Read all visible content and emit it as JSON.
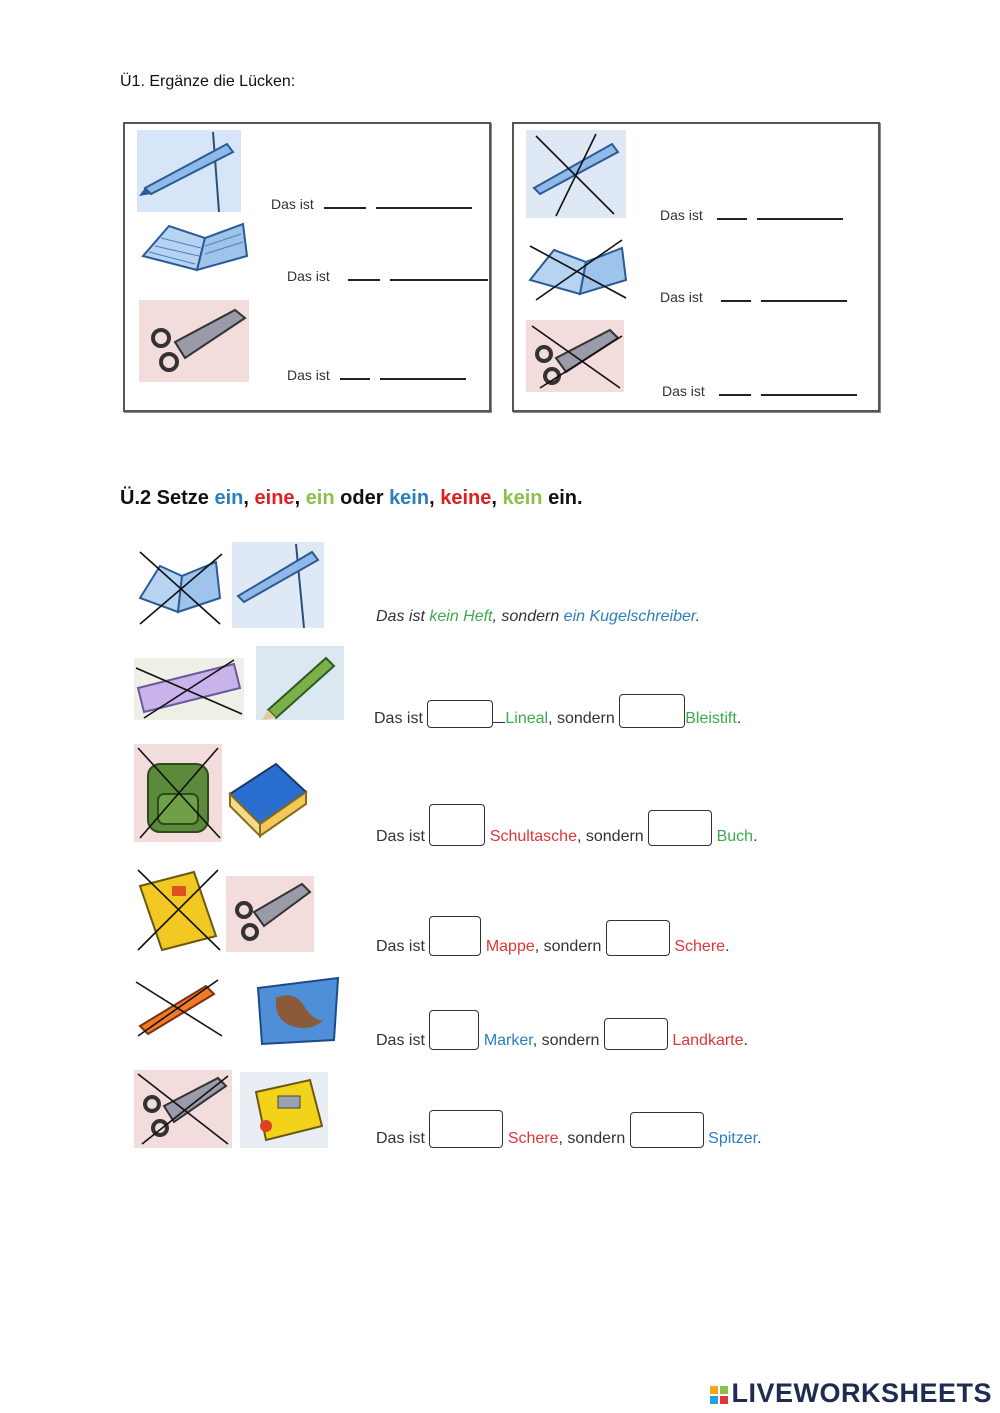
{
  "exercise1": {
    "title": "Ü1. Ergänze die Lücken:",
    "prompt": "Das ist",
    "left_panel": [
      "Kugelschreiber",
      "Heft",
      "Schere"
    ],
    "right_panel": [
      "Kugelschreiber (crossed out)",
      "Heft (crossed out)",
      "Schere (crossed out)"
    ]
  },
  "exercise2": {
    "title_prefix": "Ü.2 Setze",
    "title_words": [
      {
        "text": "ein",
        "color": "#2a7fc1"
      },
      {
        "text": "eine",
        "color": "#e02020"
      },
      {
        "text": "ein",
        "color": "#8cc04a"
      },
      {
        "text": "kein",
        "color": "#2a7fc1"
      },
      {
        "text": "keine",
        "color": "#e02020"
      },
      {
        "text": "kein",
        "color": "#8cc04a"
      }
    ],
    "sep_comma": ",",
    "sep_oder": "oder",
    "title_suffix": "ein.",
    "example": {
      "das_ist": "Das ist",
      "part1": "kein Heft",
      "mid": ", sondern",
      "part2": "ein Kugelschreiber",
      "end": "."
    },
    "rows": [
      {
        "das_ist": "Das ist",
        "noun1": "Lineal",
        "noun1_color": "#3daa4e",
        "mid": ", sondern",
        "noun2": "Bleistift",
        "noun2_color": "#3daa4e",
        "end": ".",
        "input1": "",
        "input2": ""
      },
      {
        "das_ist": "Das ist",
        "noun1": "Schultasche",
        "noun1_color": "#e0363a",
        "mid": ", sondern",
        "noun2": "Buch",
        "noun2_color": "#3daa4e",
        "end": ".",
        "input1": "",
        "input2": ""
      },
      {
        "das_ist": "Das ist",
        "noun1": "Mappe",
        "noun1_color": "#e0363a",
        "mid": ", sondern",
        "noun2": "Schere",
        "noun2_color": "#e0363a",
        "end": ".",
        "input1": "",
        "input2": ""
      },
      {
        "das_ist": "Das ist",
        "noun1": "Marker",
        "noun1_color": "#2a7fc1",
        "mid": ", sondern",
        "noun2": "Landkarte",
        "noun2_color": "#e0363a",
        "end": ".",
        "input1": "",
        "input2": ""
      },
      {
        "das_ist": "Das ist",
        "noun1": "Schere",
        "noun1_color": "#e0363a",
        "mid": ", sondern",
        "noun2": "Spitzer",
        "noun2_color": "#2a7fc1",
        "end": ".",
        "input1": "",
        "input2": ""
      }
    ]
  },
  "footer": {
    "brand": "LIVEWORKSHEETS"
  }
}
